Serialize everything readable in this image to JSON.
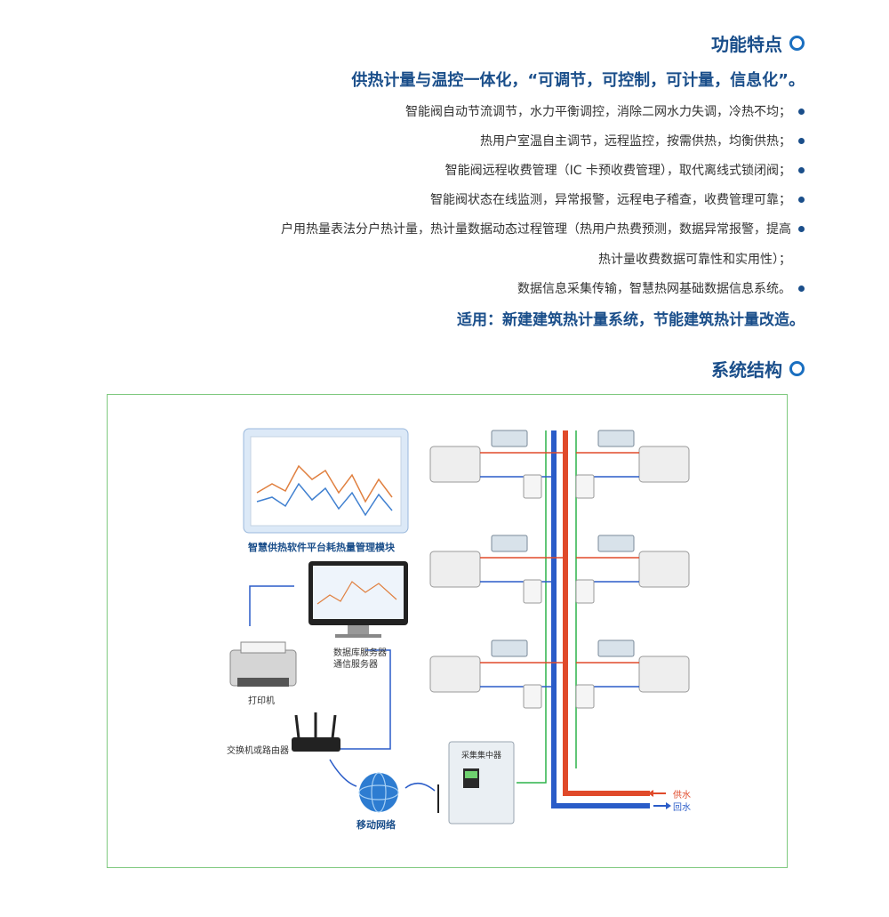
{
  "section1": {
    "title": "功能特点"
  },
  "subtitle": "供热计量与温控一体化，“可调节，可控制，可计量，信息化”。",
  "bullets": [
    "智能阀自动节流调节，水力平衡调控，消除二网水力失调，冷热不均；",
    "热用户室温自主调节，远程监控，按需供热，均衡供热；",
    "智能阀远程收费管理（IC 卡预收费管理），取代离线式锁闭阀；",
    "智能阀状态在线监测，异常报警，远程电子稽查，收费管理可靠；",
    "户用热量表法分户热计量，热计量数据动态过程管理（热用户热费预测，数据异常报警，提高",
    "数据信息采集传输，智慧热网基础数据信息系统。"
  ],
  "bullet5_cont": "热计量收费数据可靠性和实用性）；",
  "apply": "适用：新建建筑热计量系统，节能建筑热计量改造。",
  "section2": {
    "title": "系统结构"
  },
  "diagram": {
    "platform_label": "智慧供热软件平台耗热量管理模块",
    "server_label_1": "数据库服务器",
    "server_label_2": "通信服务器",
    "printer_label": "打印机",
    "router_label": "交换机或路由器",
    "network_label": "移动网络",
    "collector_label": "采集集中器",
    "supply_label": "供水",
    "return_label": "回水",
    "colors": {
      "supply": "#e04a2a",
      "return": "#2a5cc8",
      "frame": "#7fc97f",
      "accent": "#1a4e8a"
    }
  }
}
